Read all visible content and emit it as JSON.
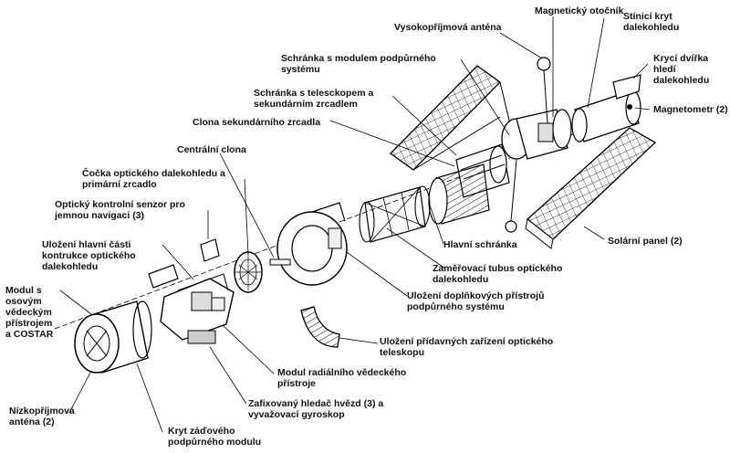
{
  "diagram": {
    "labels": {
      "magneticky_otocnik": "Magnetický otočník",
      "vysokoprijmova_antena": "Vysokopříjmová anténa",
      "stinici_kryt": "Stínicí kryt\ndalekohledu",
      "kryci_dvirka": "Krycí dvířka\nhledí\ndalekohledu",
      "magnetometr": "Magnetometr (2)",
      "schranka_modul": "Schránka s modulem podpůrného\nsystému",
      "schranka_teleskop": "Schránka s telesckopem a\nsekundárním zrcadlem",
      "clona_sekundarniho": "Clona sekundárního zrcadla",
      "centralni_clona": "Centrální clona",
      "cocka": "Čočka optického dalekohledu a\nprimární zrcadlo",
      "opticky_senzor": "Optický kontrolní senzor pro\njemnou navigaci (3)",
      "ulozeni_hlavni": "Uložení hlavní části\nkontrukce optického\ndalekohledu",
      "modul_osovy": "Modul s\nosovým\nvědeckým\npřístrojem\na COSTAR",
      "hlavni_schranka": "Hlavní schránka",
      "solarni_panel": "Solární panel (2)",
      "zamerovaci_tubus": "Zaměřovací tubus optického\ndalekohledu",
      "ulozeni_doplnkovych": "Uložení doplňkových přístrojů\npodpůrného systému",
      "ulozeni_pridavnych": "Uložení přídavných zařízení optického\nteleskopu",
      "modul_radialniho": "Modul radiálního vědeckého\npřístroje",
      "zafixovany_hledac": "Zafixovaný hledač hvězd (3) a\nvyvažovací gyroskop",
      "nizkoprijmova_antena": "Nízkopříjmová\nanténa (2)",
      "kryt_zadoveho": "Kryt záďového\npodpůrného modulu"
    }
  }
}
